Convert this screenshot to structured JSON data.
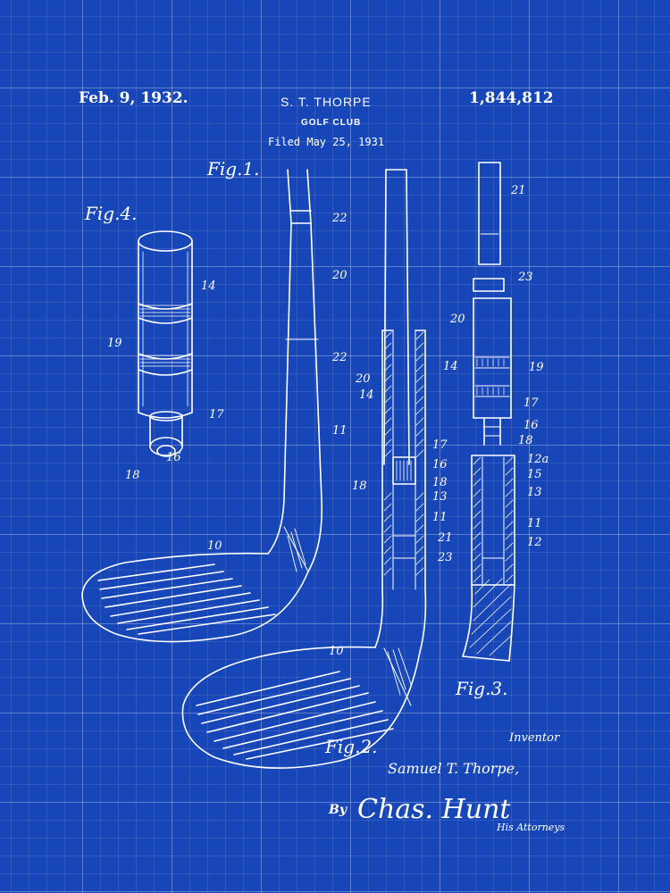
{
  "header": {
    "date": "Feb. 9, 1932.",
    "inventor_name": "S. T. THORPE",
    "title": "GOLF CLUB",
    "filed": "Filed May 25, 1931",
    "patent_number": "1,844,812"
  },
  "figures": {
    "fig1": "Fig.1.",
    "fig2": "Fig.2.",
    "fig3": "Fig.3.",
    "fig4": "Fig.4."
  },
  "reference_numerals": {
    "fig4": [
      "14",
      "19",
      "17",
      "16",
      "18"
    ],
    "fig1": [
      "22",
      "20",
      "11",
      "10"
    ],
    "fig2": [
      "22",
      "20",
      "14",
      "17",
      "16",
      "18",
      "18",
      "13",
      "11",
      "21",
      "23",
      "10"
    ],
    "fig3": [
      "21",
      "23",
      "20",
      "14",
      "19",
      "17",
      "16",
      "18",
      "12a",
      "15",
      "13",
      "11",
      "12"
    ]
  },
  "signature_block": {
    "inventor_label": "Inventor",
    "inventor_signature": "Samuel T. Thorpe,",
    "by": "By",
    "attorney_signature": "Chas. Hunt",
    "attorneys_label": "His Attorneys"
  },
  "colors": {
    "background": "#1746b8",
    "ink": "#ffffff"
  }
}
